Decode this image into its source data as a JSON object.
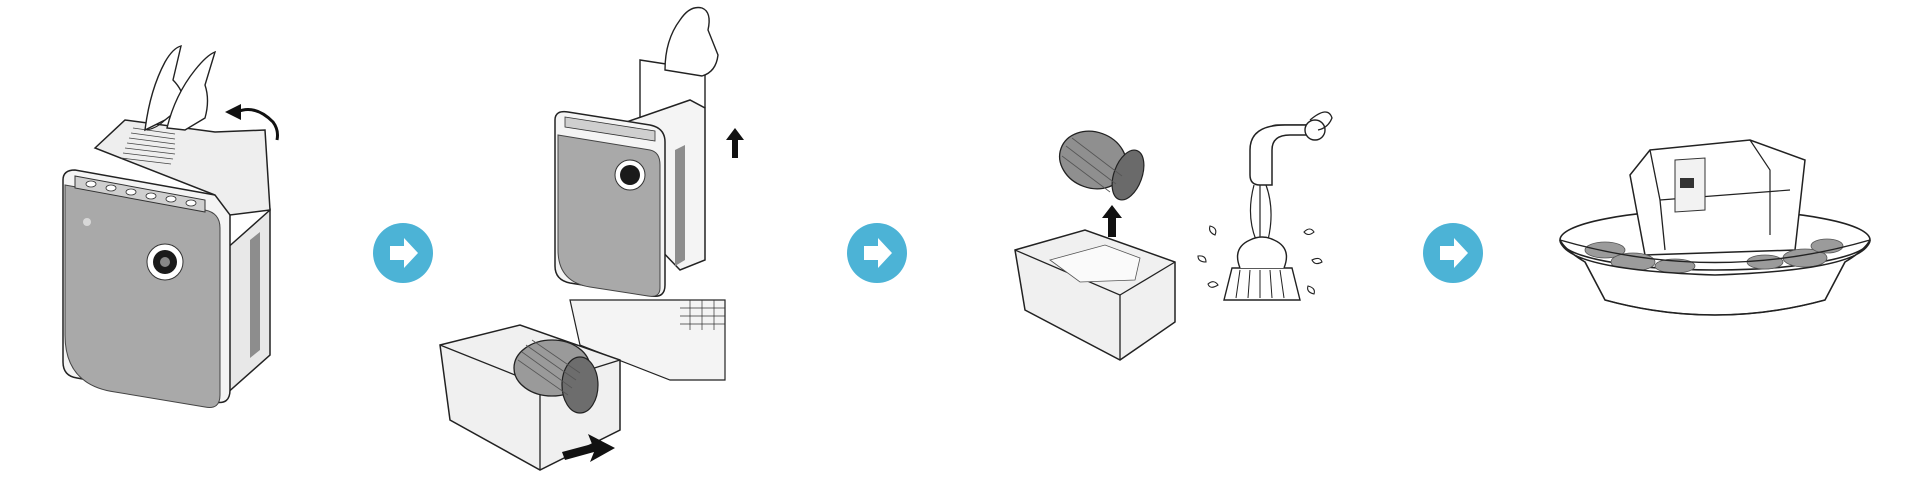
{
  "steps": [
    {
      "id": 1,
      "action": "open-top-cover",
      "icon": "purifier-cover-lift-icon"
    },
    {
      "id": 2,
      "action": "remove-water-tray-and-filter",
      "icon": "tray-pull-icon"
    },
    {
      "id": 3,
      "action": "rinse-humidifying-filter",
      "icon": "faucet-rinse-icon"
    },
    {
      "id": 4,
      "action": "soak-tray-in-basin",
      "icon": "basin-soak-icon"
    }
  ],
  "arrows": [
    {
      "icon": "chevron-right-circle-icon"
    },
    {
      "icon": "chevron-right-circle-icon"
    },
    {
      "icon": "chevron-right-circle-icon"
    }
  ],
  "colors": {
    "arrow_circle": "#4cb3d6",
    "arrow_glyph": "#ffffff",
    "device_body": "#a9a9a9",
    "device_shell": "#f2f2f2",
    "outline": "#222222",
    "direction_arrow": "#111111"
  }
}
